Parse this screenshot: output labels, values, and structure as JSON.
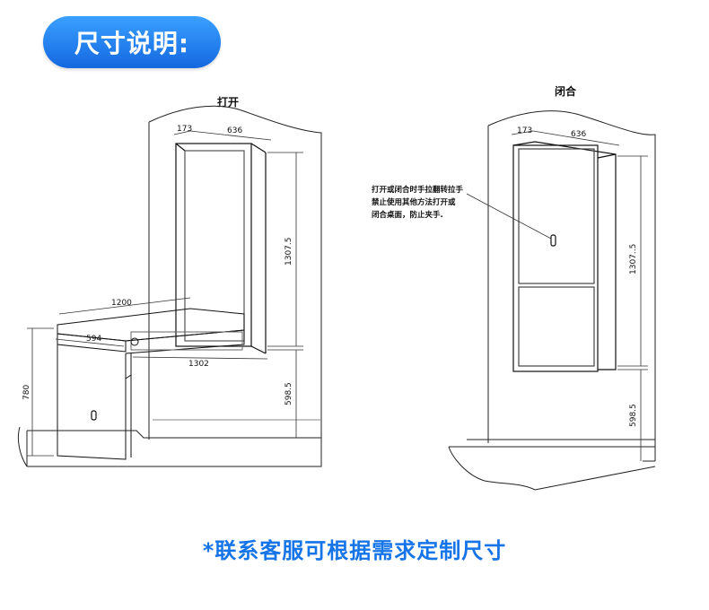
{
  "header": {
    "title": "尺寸说明:"
  },
  "open": {
    "title": "打开",
    "dims": {
      "offset": "173",
      "depth": "636",
      "height": "1307.5",
      "table_length": "1200",
      "leg_depth": "594",
      "total_length": "1302",
      "table_height": "780",
      "floor_gap": "598.5"
    }
  },
  "closed": {
    "title": "闭合",
    "dims": {
      "offset": "173",
      "depth": "636",
      "height": "1307..5",
      "floor_gap": "598.5"
    },
    "note": [
      "打开或闭合时手拉翻转拉手",
      "禁止使用其他方法打开或",
      "闭合桌面，防止夹手."
    ]
  },
  "footer": {
    "text": "*联系客服可根据需求定制尺寸"
  },
  "colors": {
    "accent": "#1574e8",
    "badge_top": "#3aa0ff",
    "badge_bottom": "#1468e0",
    "line": "#222222"
  }
}
